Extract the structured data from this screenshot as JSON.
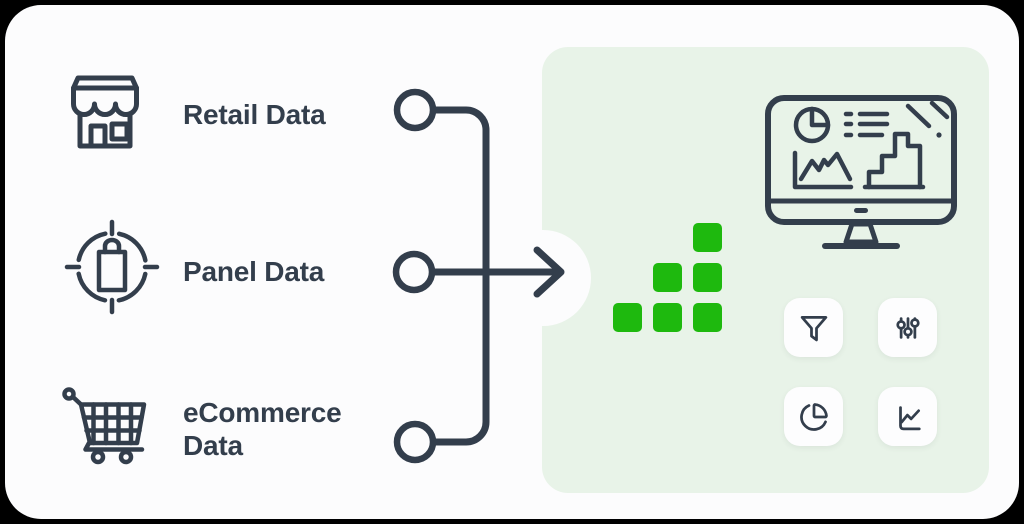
{
  "colors": {
    "background": "#000000",
    "card": "#fcfcfd",
    "ink": "#333e4c",
    "panel_green": "#e8f3e8",
    "accent_green": "#1eb90e",
    "tile": "#fdfdfe"
  },
  "sources": {
    "items": [
      {
        "label": "Retail Data",
        "icon": "storefront-icon"
      },
      {
        "label": "Panel Data",
        "icon": "shopping-bag-target-icon"
      },
      {
        "label": "eCommerce Data",
        "icon": "shopping-cart-icon"
      }
    ]
  },
  "flow": {
    "connector": "three-sources-merge-into-arrow",
    "direction": "left-to-right"
  },
  "destination": {
    "name": "analytics-dashboard-panel",
    "squares_grid": {
      "rows": 3,
      "cols": 3,
      "cell": 29,
      "gap": 11,
      "filled": [
        [
          0,
          2
        ],
        [
          1,
          1
        ],
        [
          1,
          2
        ],
        [
          2,
          0
        ],
        [
          2,
          1
        ],
        [
          2,
          2
        ]
      ]
    },
    "monitor": {
      "icon": "dashboard-monitor-icon",
      "screen_widgets": [
        "pie-chart",
        "bullet-list",
        "reflection-slashes",
        "area-line-chart",
        "bar-chart"
      ]
    },
    "tiles": [
      {
        "icon": "filter-icon"
      },
      {
        "icon": "sliders-icon"
      },
      {
        "icon": "pie-chart-icon"
      },
      {
        "icon": "line-chart-icon"
      }
    ]
  }
}
